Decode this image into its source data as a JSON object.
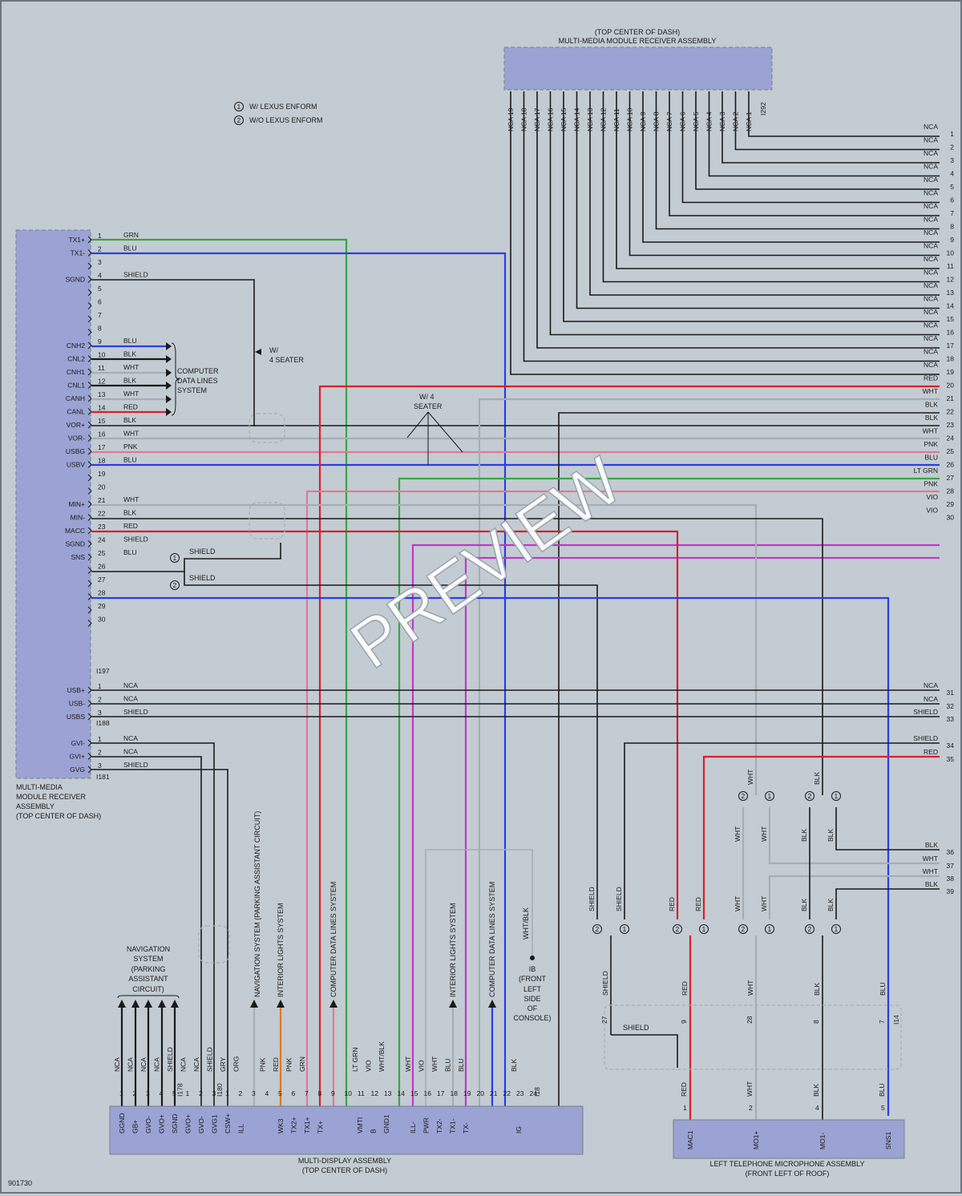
{
  "figure_id": "901730",
  "watermark": "PREVIEW",
  "legend": [
    {
      "symbol": "1",
      "text": "W/ LEXUS ENFORM"
    },
    {
      "symbol": "2",
      "text": "W/O LEXUS ENFORM"
    }
  ],
  "top_module": {
    "title_line1": "(TOP CENTER OF DASH)",
    "title_line2": "MULTI-MEDIA MODULE RECEIVER ASSEMBLY",
    "connector": "I292",
    "pins": [
      "NCA 19",
      "NCA 18",
      "NCA 17",
      "NCA 16",
      "NCA 15",
      "NCA 14",
      "NCA 13",
      "NCA 12",
      "NCA 11",
      "NCA 10",
      "NCA 9",
      "NCA 8",
      "NCA 7",
      "NCA 6",
      "NCA 5",
      "NCA 4",
      "NCA 3",
      "NCA 2",
      "NCA 1"
    ]
  },
  "right_edge": {
    "wires": [
      {
        "n": "1",
        "c": "NCA"
      },
      {
        "n": "2",
        "c": "NCA"
      },
      {
        "n": "3",
        "c": "NCA"
      },
      {
        "n": "4",
        "c": "NCA"
      },
      {
        "n": "5",
        "c": "NCA"
      },
      {
        "n": "6",
        "c": "NCA"
      },
      {
        "n": "7",
        "c": "NCA"
      },
      {
        "n": "8",
        "c": "NCA"
      },
      {
        "n": "9",
        "c": "NCA"
      },
      {
        "n": "10",
        "c": "NCA"
      },
      {
        "n": "11",
        "c": "NCA"
      },
      {
        "n": "12",
        "c": "NCA"
      },
      {
        "n": "13",
        "c": "NCA"
      },
      {
        "n": "14",
        "c": "NCA"
      },
      {
        "n": "15",
        "c": "NCA"
      },
      {
        "n": "16",
        "c": "NCA"
      },
      {
        "n": "17",
        "c": "NCA"
      },
      {
        "n": "18",
        "c": "NCA"
      },
      {
        "n": "19",
        "c": "NCA"
      },
      {
        "n": "20",
        "c": "RED"
      },
      {
        "n": "21",
        "c": "WHT"
      },
      {
        "n": "22",
        "c": "BLK"
      },
      {
        "n": "23",
        "c": "BLK"
      },
      {
        "n": "24",
        "c": "WHT"
      },
      {
        "n": "25",
        "c": "PNK"
      },
      {
        "n": "26",
        "c": "BLU"
      },
      {
        "n": "27",
        "c": "LT GRN"
      },
      {
        "n": "28",
        "c": "PNK"
      },
      {
        "n": "29",
        "c": "VIO"
      },
      {
        "n": "30",
        "c": "VIO"
      },
      {
        "n": "31",
        "c": "NCA"
      },
      {
        "n": "32",
        "c": "NCA"
      },
      {
        "n": "33",
        "c": "SHIELD"
      },
      {
        "n": "34",
        "c": "SHIELD"
      },
      {
        "n": "35",
        "c": "RED"
      },
      {
        "n": "36",
        "c": "BLK"
      },
      {
        "n": "37",
        "c": "WHT"
      },
      {
        "n": "38",
        "c": "WHT"
      },
      {
        "n": "39",
        "c": "BLK"
      }
    ]
  },
  "left_module": {
    "name_lines": [
      "MULTI-MEDIA",
      "MODULE RECEIVER",
      "ASSEMBLY",
      "(TOP CENTER OF DASH)"
    ],
    "signals": [
      {
        "label": "TX1+",
        "pin": "1",
        "wire": "GRN"
      },
      {
        "label": "TX1-",
        "pin": "2",
        "wire": "BLU"
      },
      {
        "label": "",
        "pin": "3",
        "wire": ""
      },
      {
        "label": "SGND",
        "pin": "4",
        "wire": "SHIELD"
      },
      {
        "label": "",
        "pin": "5",
        "wire": ""
      },
      {
        "label": "",
        "pin": "6",
        "wire": ""
      },
      {
        "label": "",
        "pin": "7",
        "wire": ""
      },
      {
        "label": "",
        "pin": "8",
        "wire": ""
      },
      {
        "label": "CNH2",
        "pin": "9",
        "wire": "BLU"
      },
      {
        "label": "CNL2",
        "pin": "10",
        "wire": "BLK"
      },
      {
        "label": "CNH1",
        "pin": "11",
        "wire": "WHT"
      },
      {
        "label": "CNL1",
        "pin": "12",
        "wire": "BLK"
      },
      {
        "label": "CANH",
        "pin": "13",
        "wire": "WHT"
      },
      {
        "label": "CANL",
        "pin": "14",
        "wire": "RED"
      },
      {
        "label": "VOR+",
        "pin": "15",
        "wire": "BLK"
      },
      {
        "label": "VOR-",
        "pin": "16",
        "wire": "WHT"
      },
      {
        "label": "USBG",
        "pin": "17",
        "wire": "PNK"
      },
      {
        "label": "USBV",
        "pin": "18",
        "wire": "BLU"
      },
      {
        "label": "",
        "pin": "19",
        "wire": ""
      },
      {
        "label": "",
        "pin": "20",
        "wire": ""
      },
      {
        "label": "MIN+",
        "pin": "21",
        "wire": "WHT"
      },
      {
        "label": "MIN-",
        "pin": "22",
        "wire": "BLK"
      },
      {
        "label": "MACC",
        "pin": "23",
        "wire": "RED"
      },
      {
        "label": "SGND",
        "pin": "24",
        "wire": "SHIELD"
      },
      {
        "label": "SNS",
        "pin": "25",
        "wire": "BLU"
      },
      {
        "label": "",
        "pin": "26",
        "wire": ""
      },
      {
        "label": "",
        "pin": "27",
        "wire": ""
      },
      {
        "label": "",
        "pin": "28",
        "wire": ""
      },
      {
        "label": "",
        "pin": "29",
        "wire": ""
      },
      {
        "label": "",
        "pin": "30",
        "wire": ""
      }
    ],
    "connector_1": "I197",
    "usb_group": [
      {
        "label": "USB+",
        "pin": "1",
        "wire": "NCA"
      },
      {
        "label": "USB-",
        "pin": "2",
        "wire": "NCA"
      },
      {
        "label": "USBS",
        "pin": "3",
        "wire": "SHIELD"
      }
    ],
    "connector_2": "I188",
    "gv_group": [
      {
        "label": "GVI-",
        "pin": "1",
        "wire": "NCA"
      },
      {
        "label": "GVI+",
        "pin": "2",
        "wire": "NCA"
      },
      {
        "label": "GVG",
        "pin": "3",
        "wire": "SHIELD"
      }
    ],
    "connector_3": "I181"
  },
  "notes": {
    "computer_data_lines": [
      "COMPUTER",
      "DATA LINES",
      "SYSTEM"
    ],
    "w4_seater_a": [
      "W/",
      "4 SEATER"
    ],
    "w4_seater_b": [
      "W/ 4",
      "SEATER"
    ],
    "shield_1": "SHIELD",
    "shield_2": "SHIELD",
    "navigation_system": [
      "NAVIGATION",
      "SYSTEM",
      "(PARKING",
      "ASSISTANT",
      "CIRCUIT)"
    ],
    "ib_location": [
      "IB",
      "(FRONT",
      "LEFT",
      "SIDE",
      "OF",
      "CONSOLE)"
    ]
  },
  "vertical_system_labels": [
    "NAVIGATION SYSTEM (PARKING ASSISTANT CIRCUIT)",
    "INTERIOR LIGHTS SYSTEM",
    "COMPUTER DATA LINES SYSTEM",
    "INTERIOR LIGHTS SYSTEM",
    "COMPUTER DATA LINES SYSTEM"
  ],
  "bottom_display": {
    "name_line1": "MULTI-DISPLAY ASSEMBLY",
    "name_line2": "(TOP CENTER OF DASH)",
    "groups": [
      {
        "connector": "I178",
        "pins": [
          {
            "n": "1",
            "wire": "NCA",
            "sig": "GGND"
          },
          {
            "n": "2",
            "wire": "NCA",
            "sig": "GB+"
          },
          {
            "n": "3",
            "wire": "NCA",
            "sig": "GVO-"
          },
          {
            "n": "4",
            "wire": "NCA",
            "sig": "GVO+"
          },
          {
            "n": "5",
            "wire": "SHIELD",
            "sig": "SGND"
          }
        ]
      },
      {
        "connector": "I180",
        "pins": [
          {
            "n": "1",
            "wire": "NCA",
            "sig": "GVO+"
          },
          {
            "n": "2",
            "wire": "NCA",
            "sig": "GVO-"
          },
          {
            "n": "3",
            "wire": "SHIELD",
            "sig": "GVG1"
          }
        ]
      },
      {
        "connector": "I18",
        "pins": [
          {
            "n": "1",
            "wire": "GRY",
            "sig": "CSW+"
          },
          {
            "n": "2",
            "wire": "ORG",
            "sig": "ILL"
          },
          {
            "n": "3",
            "wire": "",
            "sig": ""
          },
          {
            "n": "4",
            "wire": "PNK",
            "sig": ""
          },
          {
            "n": "5",
            "wire": "RED",
            "sig": "WK3"
          },
          {
            "n": "6",
            "wire": "PNK",
            "sig": "TX2+"
          },
          {
            "n": "7",
            "wire": "GRN",
            "sig": "TX1+"
          },
          {
            "n": "8",
            "wire": "",
            "sig": "TX+"
          },
          {
            "n": "9",
            "wire": "",
            "sig": ""
          },
          {
            "n": "10",
            "wire": "",
            "sig": ""
          },
          {
            "n": "11",
            "wire": "LT GRN",
            "sig": "VMTI"
          },
          {
            "n": "12",
            "wire": "VIO",
            "sig": "B"
          },
          {
            "n": "13",
            "wire": "WHT/BLK",
            "sig": "GND1"
          },
          {
            "n": "14",
            "wire": "",
            "sig": ""
          },
          {
            "n": "15",
            "wire": "WHT",
            "sig": "ILL-"
          },
          {
            "n": "16",
            "wire": "VIO",
            "sig": "PWR"
          },
          {
            "n": "17",
            "wire": "WHT",
            "sig": "TX2-"
          },
          {
            "n": "18",
            "wire": "BLU",
            "sig": "TX1-"
          },
          {
            "n": "19",
            "wire": "BLU",
            "sig": "TX-"
          },
          {
            "n": "20",
            "wire": "",
            "sig": ""
          },
          {
            "n": "21",
            "wire": "",
            "sig": ""
          },
          {
            "n": "22",
            "wire": "",
            "sig": ""
          },
          {
            "n": "23",
            "wire": "BLK",
            "sig": "IG"
          },
          {
            "n": "24",
            "wire": "",
            "sig": ""
          }
        ]
      }
    ],
    "wht_blk_label": "WHT/BLK"
  },
  "microphone": {
    "name_line1": "LEFT TELEPHONE MICROPHONE ASSEMBLY",
    "name_line2": "(FRONT LEFT OF ROOF)",
    "connector": "I14",
    "pins": [
      {
        "n": "1",
        "wire": "RED",
        "sig": "MAC1"
      },
      {
        "n": "2",
        "wire": "WHT",
        "sig": "MO1+"
      },
      {
        "n": "4",
        "wire": "BLK",
        "sig": "MO1-"
      },
      {
        "n": "5",
        "wire": "BLU",
        "sig": "SNS1"
      }
    ],
    "junction_pins": [
      "27",
      "9",
      "28",
      "8",
      "7"
    ],
    "junction_shield": "SHIELD",
    "vertical_wires": [
      "SHIELD",
      "SHIELD",
      "RED",
      "RED",
      "WHT",
      "WHT",
      "BLK",
      "BLK",
      "WHT",
      "WHT",
      "BLK",
      "BLK",
      "SHIELD",
      "RED",
      "WHT",
      "BLK",
      "BLU"
    ]
  },
  "colors": {
    "background": "#c3ccd3",
    "module_fill": "#9aa3d3",
    "red": "#d8202a",
    "green": "#3aa544",
    "blue": "#2a3ee0",
    "pink": "#e07a92",
    "violet": "#c436c8",
    "gray": "#a6aeb4",
    "orange": "#e07a20",
    "black": "#1a1a1a"
  }
}
